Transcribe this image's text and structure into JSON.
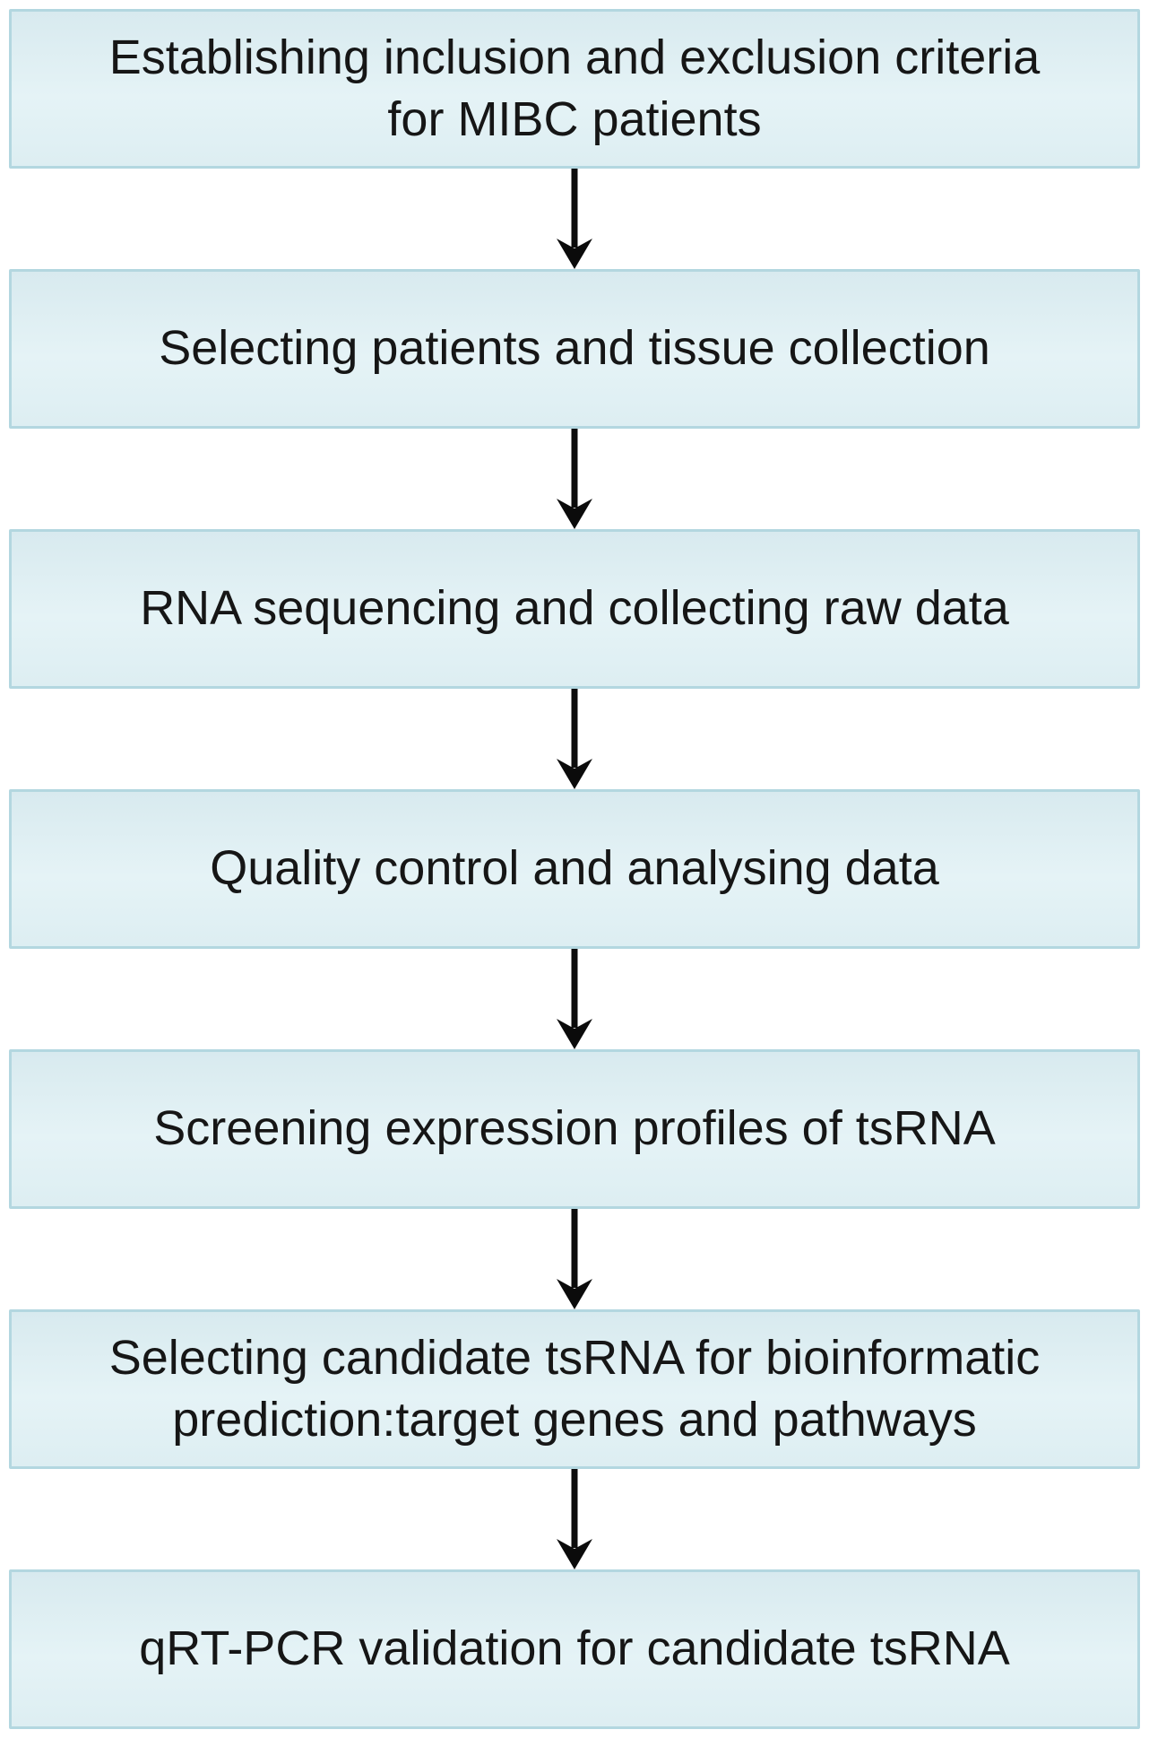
{
  "flowchart": {
    "colors": {
      "box_fill_top": "#d8eaef",
      "box_fill_mid": "#e5f3f6",
      "box_fill_bot": "#ddeef2",
      "box_border": "#b3d7e0",
      "arrow": "#0b0b0b",
      "text": "#161616",
      "background": "#ffffff"
    },
    "steps": [
      {
        "lines": [
          "Establishing inclusion and exclusion criteria",
          "for MIBC patients"
        ]
      },
      {
        "lines": [
          "Selecting patients and tissue collection"
        ]
      },
      {
        "lines": [
          "RNA sequencing and collecting raw data"
        ]
      },
      {
        "lines": [
          "Quality control and analysing data"
        ]
      },
      {
        "lines": [
          "Screening expression profiles of tsRNA"
        ]
      },
      {
        "lines": [
          "Selecting candidate tsRNA for bioinformatic",
          "prediction:target genes and pathways"
        ]
      },
      {
        "lines": [
          "qRT-PCR validation for candidate tsRNA"
        ]
      }
    ]
  }
}
